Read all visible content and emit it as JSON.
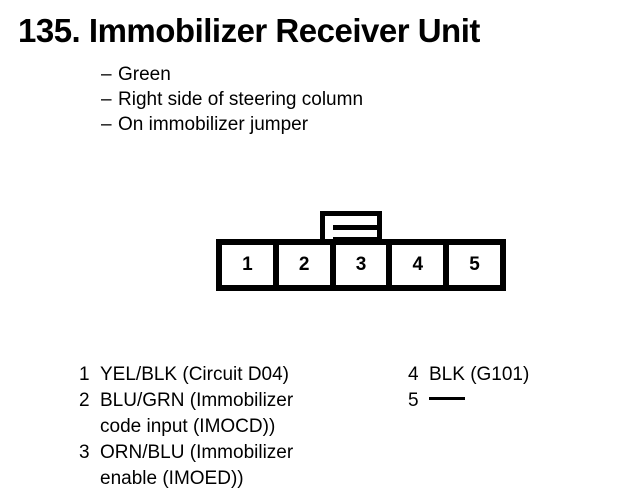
{
  "page": {
    "background_color": "#ffffff",
    "ink_color": "#000000"
  },
  "heading": {
    "number": "135.",
    "title": "Immobilizer Receiver Unit",
    "full_text": "135. Immobilizer Receiver Unit"
  },
  "bullets": {
    "dash": "–",
    "items": [
      {
        "text": "Green"
      },
      {
        "text": "Right side of steering column"
      },
      {
        "text": "On immobilizer jumper"
      }
    ]
  },
  "connector": {
    "name": "5-pin connector",
    "latch": {
      "name": "locking-tab",
      "bars": 2
    },
    "pins": [
      {
        "number": "1"
      },
      {
        "number": "2"
      },
      {
        "number": "3"
      },
      {
        "number": "4"
      },
      {
        "number": "5"
      }
    ]
  },
  "legend": {
    "left_column": [
      {
        "number": "1",
        "text": "YEL/BLK (Circuit D04)",
        "continuation": ""
      },
      {
        "number": "2",
        "text": "BLU/GRN (Immobilizer",
        "continuation": "code input (IMOCD))"
      },
      {
        "number": "3",
        "text": "ORN/BLU (Immobilizer",
        "continuation": "enable (IMOED))"
      }
    ],
    "right_column": [
      {
        "number": "4",
        "text": "BLK (G101)",
        "continuation": ""
      },
      {
        "number": "5",
        "text": "—",
        "continuation": ""
      }
    ]
  }
}
